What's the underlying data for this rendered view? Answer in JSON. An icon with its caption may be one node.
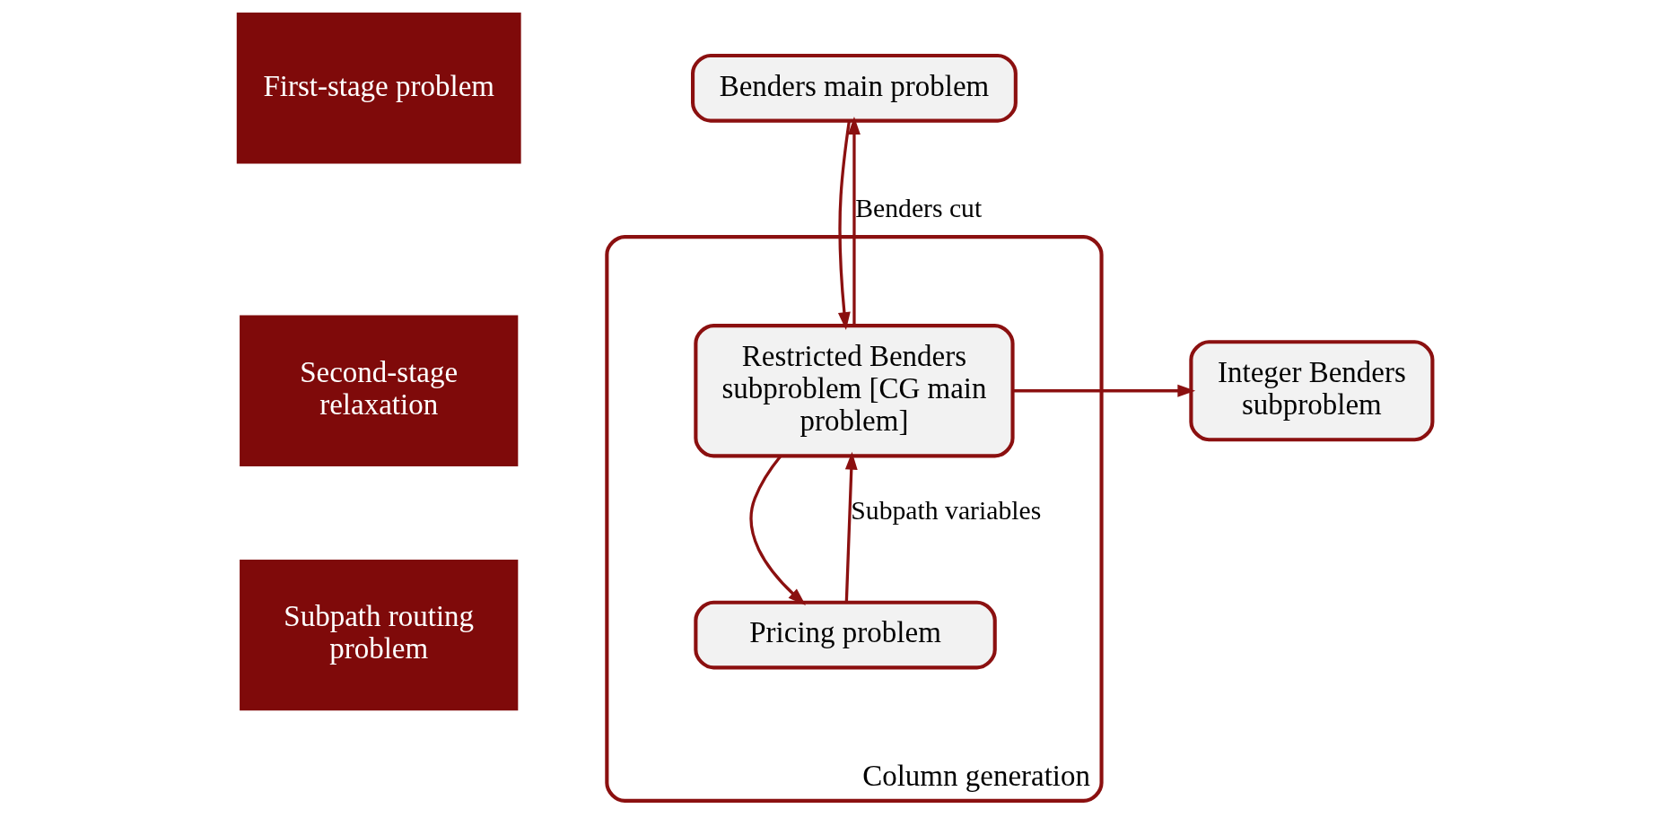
{
  "diagram": {
    "nodes": [
      {
        "text": [
          "First-stage problem"
        ]
      },
      {
        "text": [
          "Second-stage relaxation"
        ]
      },
      {
        "text": [
          "Subpath routing problem"
        ]
      },
      {
        "text": [
          "Benders main problem"
        ]
      },
      {
        "text": [
          "Column generation"
        ]
      },
      {
        "text": [
          "Restricted Benders subproblem [CG main problem]"
        ],
        "in": 4
      },
      {
        "text": [
          "Pricing problem"
        ],
        "in": 4
      },
      {
        "text": [
          "Integer Benders subproblem"
        ]
      }
    ],
    "edges": [
      {
        "from": 3,
        "to": 5,
        "arrow": "to"
      },
      {
        "from": 5,
        "to": 6,
        "arrow": "to"
      },
      {
        "from": 6,
        "to": 5,
        "arrow": "to",
        "label": "Subpath variables"
      },
      {
        "from": 5,
        "to": 7,
        "arrow": "to"
      },
      {
        "from": 5,
        "to": 3,
        "arrow": "to",
        "label": "Benders cut"
      }
    ]
  }
}
